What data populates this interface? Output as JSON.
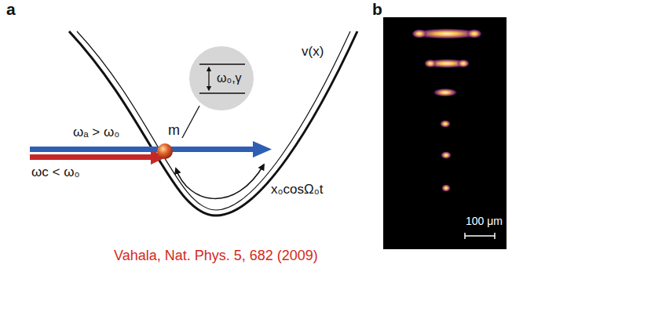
{
  "diagram": {
    "caption": "Vahala, Nat. Phys. 5, 682 (2009)",
    "nodes": [
      {
        "text": [
          "ω₀,γ"
        ]
      },
      {
        "text": [
          "100 μm"
        ]
      }
    ],
    "labels": [
      "a",
      "b",
      "ωₐ > ω₀",
      "ωc < ω₀",
      "m",
      "x₀cosΩ₀t",
      "v(x)"
    ]
  }
}
